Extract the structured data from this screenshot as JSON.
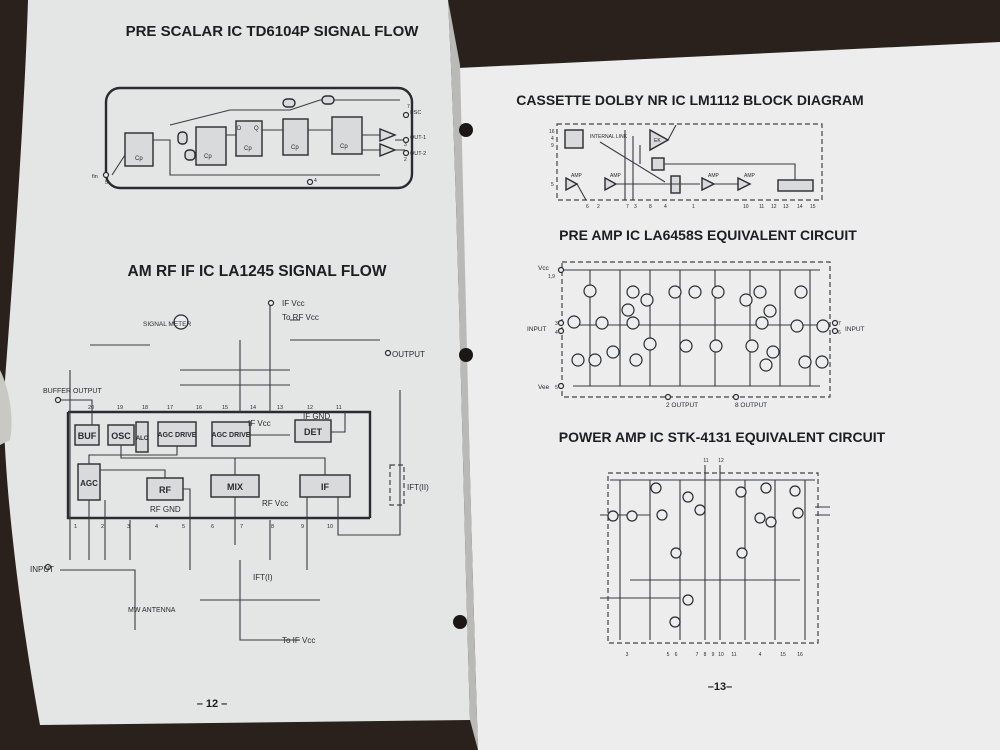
{
  "left_page": {
    "title_prescalar": "PRE SCALAR IC TD6104P  SIGNAL FLOW",
    "prescalar_labels": {
      "psc": "PSC",
      "out1": "OUT-1",
      "out2": "OUT-2",
      "fin": "fin",
      "pin7": "7",
      "pin3": "3",
      "pin2": "2",
      "pin5": "5",
      "pin4": "4",
      "cp": "Cp",
      "d": "D",
      "q": "Q"
    },
    "title_am": "AM RF IF IC LA1245 SIGNAL FLOW",
    "am_blocks": {
      "buf": "BUF",
      "osc": "OSC",
      "alc": "ALC",
      "agc_drive_1": "AGC DRIVE",
      "agc_drive_2": "AGC DRIVE",
      "det": "DET",
      "agc": "AGC",
      "rf": "RF",
      "mix": "MIX",
      "if": "IF"
    },
    "am_labels": {
      "if_vcc_top": "IF Vcc",
      "to_rf_vcc": "To RF Vcc",
      "signal_meter": "SIGNAL METER",
      "output": "OUTPUT",
      "buffer_output": "BUFFER OUTPUT",
      "if_vcc_mid": "IF Vcc",
      "if_gnd": "IF GND",
      "rf_gnd": "RF GND",
      "rf_vcc": "RF Vcc",
      "input": "INPUT",
      "mw_antenna": "MW ANTENNA",
      "ift1": "IFT(I)",
      "ift2": "IFT(II)",
      "to_if_vcc": "To IF Vcc"
    },
    "am_pins_top": [
      "20",
      "19",
      "18",
      "17",
      "16",
      "15",
      "14",
      "13",
      "12",
      "11"
    ],
    "am_pins_bottom": [
      "1",
      "2",
      "3",
      "4",
      "5",
      "6",
      "7",
      "8",
      "9",
      "10"
    ],
    "page_number": "– 12 –"
  },
  "right_page": {
    "title_dolby": "CASSETTE DOLBY NR IC LM1112 BLOCK DIAGRAM",
    "dolby_labels": {
      "internal_link": "INTERNAL LINK",
      "ek": "EK",
      "amp": "AMP"
    },
    "dolby_pins_left": [
      "16",
      "4",
      "9",
      "5"
    ],
    "dolby_pins_bottom": [
      "6",
      "2",
      "7",
      "3",
      "8",
      "4",
      "1",
      "10",
      "11",
      "12",
      "13",
      "14",
      "15"
    ],
    "title_preamp": "PRE AMP IC LA6458S EQUIVALENT CIRCUIT",
    "preamp_labels": {
      "vcc": "Vcc",
      "vcc_pins": "1,9",
      "input_left": "INPUT",
      "input_right": "INPUT",
      "vee": "Vee",
      "pin3": "3",
      "pin4": "4",
      "pin5": "5",
      "pin7": "7",
      "pin6": "6",
      "output2": "2  OUTPUT",
      "output8": "8  OUTPUT"
    },
    "title_poweramp": "POWER AMP IC STK-4131 EQUIVALENT CIRCUIT",
    "poweramp_pins_bottom": [
      "3",
      "5",
      "6",
      "7",
      "8",
      "9",
      "10",
      "11",
      "4",
      "15",
      "16"
    ],
    "poweramp_pins_top": [
      "11",
      "12"
    ],
    "page_number": "–13–"
  },
  "colors": {
    "paper": "#e9ebea",
    "ink": "#2a2a30",
    "table": "#2b211c"
  }
}
